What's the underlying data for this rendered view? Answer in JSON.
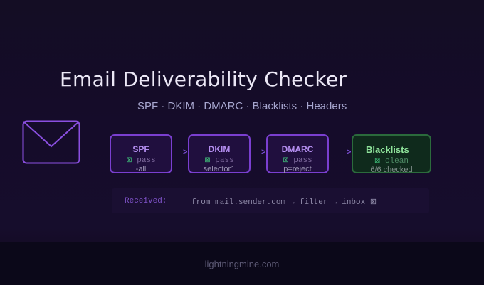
{
  "header": {
    "title": "Email Deliverability Checker",
    "subtitle": "SPF · DKIM · DMARC · Blacklists · Headers"
  },
  "icon": {
    "name": "envelope-icon",
    "color": "#8a4fe0"
  },
  "checks": [
    {
      "name": "SPF",
      "check_icon": "⊠",
      "status": "pass",
      "detail": "-all",
      "state": "pass",
      "color": "#7a3fd0"
    },
    {
      "name": "DKIM",
      "check_icon": "⊠",
      "status": "pass",
      "detail": "selector1",
      "state": "pass",
      "color": "#7a3fd0"
    },
    {
      "name": "DMARC",
      "check_icon": "⊠",
      "status": "pass",
      "detail": "p=reject",
      "state": "pass",
      "color": "#7a3fd0"
    },
    {
      "name": "Blacklists",
      "check_icon": "⊠",
      "status": "clean",
      "detail": "6/6 checked",
      "state": "clean",
      "color": "#2b6b3c"
    }
  ],
  "arrows": [
    ">",
    ">",
    ">"
  ],
  "log": {
    "label": "Received:",
    "value": "from mail.sender.com → filter → inbox ⊠"
  },
  "footer": {
    "text": "lightningmine.com"
  }
}
